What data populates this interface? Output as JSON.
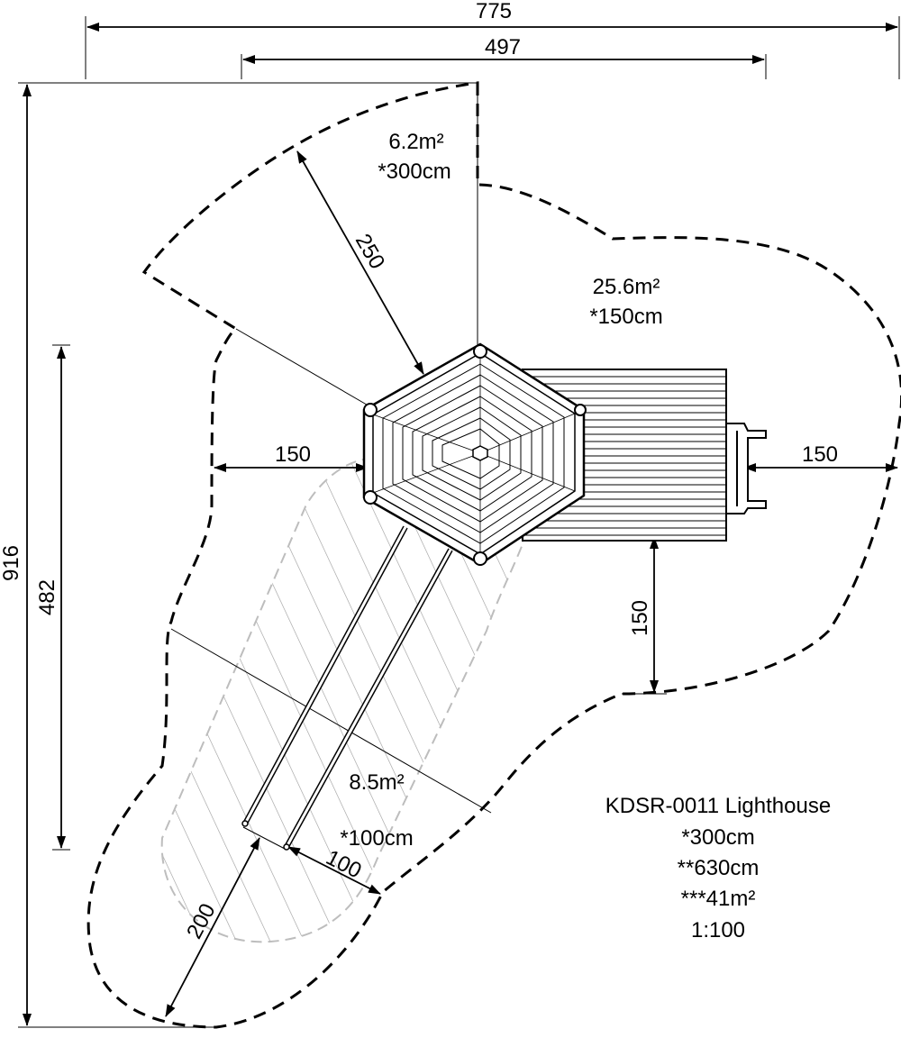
{
  "dimensions": {
    "total_width": "775",
    "inner_width": "497",
    "total_height": "916",
    "inner_height": "482",
    "sector_radius": "250",
    "left_clearance": "150",
    "right_clearance": "150",
    "front_clearance": "150",
    "slide_clearance_side": "100",
    "slide_clearance_end": "200"
  },
  "zones": {
    "top": {
      "area": "6.2m²",
      "height": "*300cm"
    },
    "main": {
      "area": "25.6m²",
      "height": "*150cm"
    },
    "slide": {
      "area": "8.5m²",
      "height": "*100cm"
    }
  },
  "info": {
    "product": "KDSR-0011 Lighthouse",
    "free_fall": "*300cm",
    "total_height": "**630cm",
    "area": "***41m²",
    "scale": "1:100"
  }
}
